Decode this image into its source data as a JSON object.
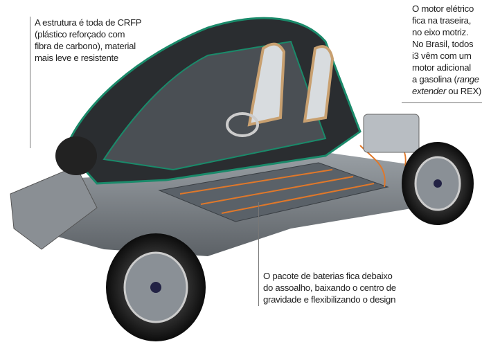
{
  "annotations": {
    "structure": {
      "lines": [
        "A estrutura é toda de CRFP",
        "(plástico reforçado com",
        "fibra de carbono), material",
        "mais leve e resistente"
      ]
    },
    "motor": {
      "lines": [
        "O motor elétrico",
        "fica na traseira,",
        "no eixo motriz.",
        "No Brasil, todos",
        "i3 vêm com um",
        "motor adicional"
      ],
      "line7_prefix": "a gasolina (",
      "line7_italic": "range",
      "line8_italic": "extender",
      "line8_suffix": " ou REX)"
    },
    "battery": {
      "lines": [
        "O pacote de baterias fica debaixo",
        "do assoalho, baixando o centro de",
        "gravidade e flexibilizando o design"
      ]
    }
  },
  "colors": {
    "frame_green": "#1a8a6a",
    "battery_gray": "#5a6168",
    "orange_cables": "#e0782a",
    "seat_tan": "#c8a070"
  }
}
